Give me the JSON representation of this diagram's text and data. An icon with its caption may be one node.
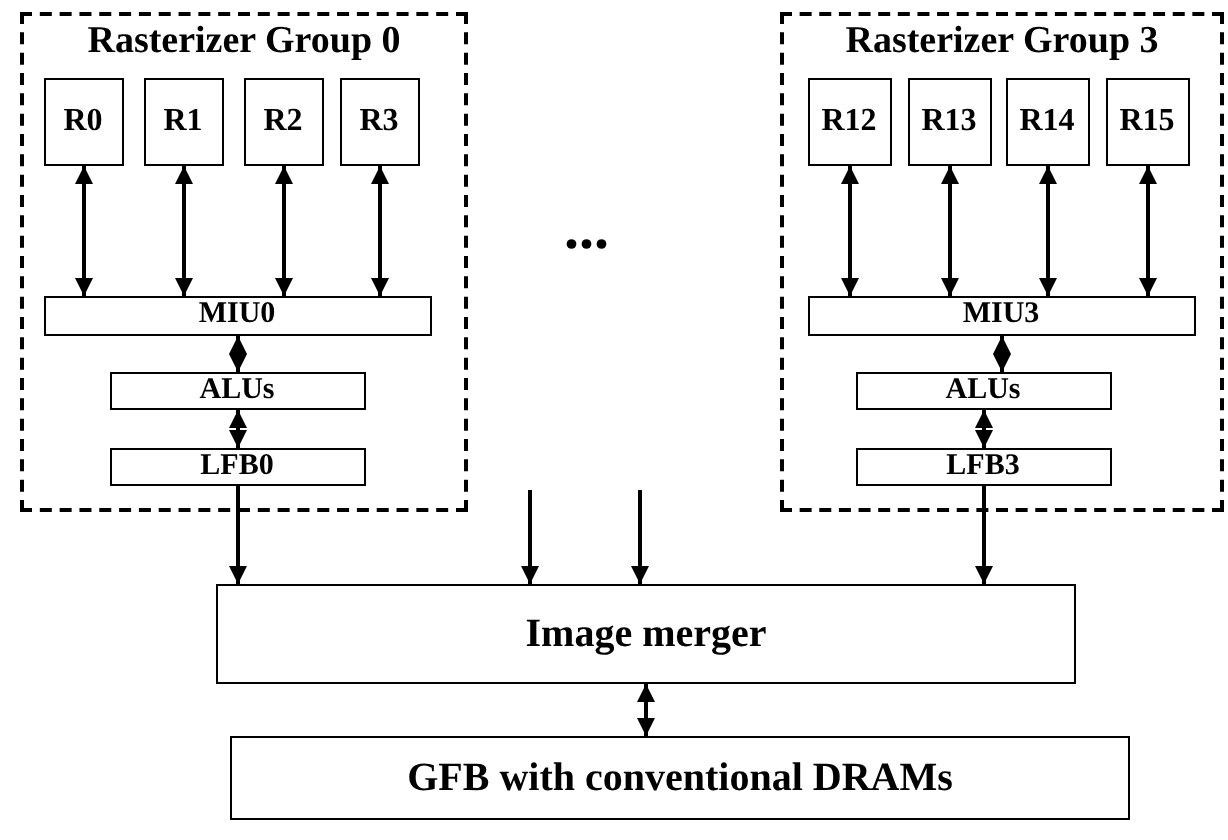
{
  "diagram": {
    "nodes": [
      {
        "text": [
          "Rasterizer Group 0"
        ]
      },
      {
        "text": [
          "R0"
        ],
        "in": 0
      },
      {
        "text": [
          "R1"
        ],
        "in": 0
      },
      {
        "text": [
          "R2"
        ],
        "in": 0
      },
      {
        "text": [
          "R3"
        ],
        "in": 0
      },
      {
        "text": [
          "MIU0"
        ],
        "in": 0
      },
      {
        "text": [
          "ALUs"
        ],
        "in": 0
      },
      {
        "text": [
          "LFB0"
        ],
        "in": 0
      },
      {
        "text": [
          "Rasterizer Group 3"
        ]
      },
      {
        "text": [
          "R12"
        ],
        "in": 8
      },
      {
        "text": [
          "R13"
        ],
        "in": 8
      },
      {
        "text": [
          "R14"
        ],
        "in": 8
      },
      {
        "text": [
          "R15"
        ],
        "in": 8
      },
      {
        "text": [
          "MIU3"
        ],
        "in": 8
      },
      {
        "text": [
          "ALUs"
        ],
        "in": 8
      },
      {
        "text": [
          "LFB3"
        ],
        "in": 8
      },
      {
        "text": [
          "Image merger"
        ]
      },
      {
        "text": [
          "GFB with conventional DRAMs"
        ]
      }
    ],
    "edges": [
      {
        "from": 1,
        "to": 5,
        "arrow": "both"
      },
      {
        "from": 2,
        "to": 5,
        "arrow": "both"
      },
      {
        "from": 3,
        "to": 5,
        "arrow": "both"
      },
      {
        "from": 4,
        "to": 5,
        "arrow": "both"
      },
      {
        "from": 5,
        "to": 6,
        "arrow": "both"
      },
      {
        "from": 6,
        "to": 7,
        "arrow": "both"
      },
      {
        "from": 9,
        "to": 13,
        "arrow": "both"
      },
      {
        "from": 10,
        "to": 13,
        "arrow": "both"
      },
      {
        "from": 11,
        "to": 13,
        "arrow": "both"
      },
      {
        "from": 12,
        "to": 13,
        "arrow": "both"
      },
      {
        "from": 13,
        "to": 14,
        "arrow": "both"
      },
      {
        "from": 14,
        "to": 15,
        "arrow": "both"
      },
      {
        "from": 7,
        "to": 16,
        "arrow": "to"
      },
      {
        "from": null,
        "to": 16,
        "arrow": "to"
      },
      {
        "from": null,
        "to": 16,
        "arrow": "to"
      },
      {
        "from": 15,
        "to": 16,
        "arrow": "to"
      },
      {
        "from": 16,
        "to": 17,
        "arrow": "both"
      }
    ],
    "labels": [
      "..."
    ]
  }
}
